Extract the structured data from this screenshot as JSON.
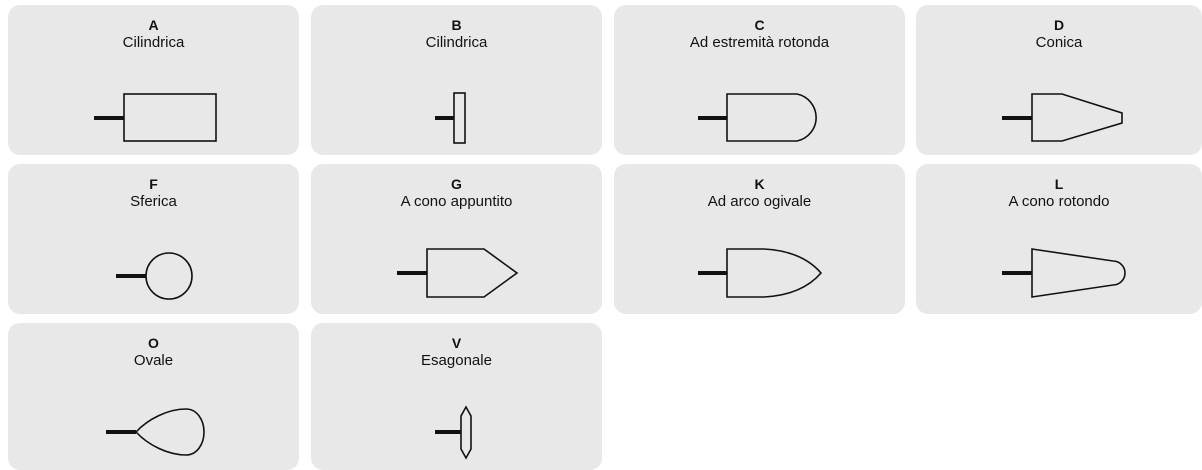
{
  "shapes": [
    {
      "code": "A",
      "name": "Cilindrica"
    },
    {
      "code": "B",
      "name": "Cilindrica"
    },
    {
      "code": "C",
      "name": "Ad estremità rotonda"
    },
    {
      "code": "D",
      "name": "Conica"
    },
    {
      "code": "F",
      "name": "Sferica"
    },
    {
      "code": "G",
      "name": "A cono appuntito"
    },
    {
      "code": "K",
      "name": "Ad arco ogivale"
    },
    {
      "code": "L",
      "name": "A cono rotondo"
    },
    {
      "code": "O",
      "name": "Ovale"
    },
    {
      "code": "V",
      "name": "Esagonale"
    }
  ]
}
